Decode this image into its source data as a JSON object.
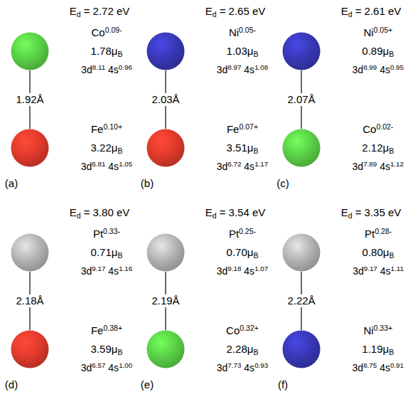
{
  "diagram": {
    "nodes": [
      {
        "text": [
          "Co0.09-",
          "1.78μB",
          "3d8.11 4s0.96"
        ]
      },
      {
        "text": [
          "Fe0.10+",
          "3.22μB",
          "3d6.81 4s1.05"
        ]
      },
      {
        "text": [
          "Ni0.05-",
          "1.03μB",
          "3d8.97 4s1.08"
        ]
      },
      {
        "text": [
          "Fe0.07+",
          "3.51μB",
          "3d6.72 4s1.17"
        ]
      },
      {
        "text": [
          "Ni0.05+",
          "0.89μB",
          "3d8.99 4s0.95"
        ]
      },
      {
        "text": [
          "Co0.02-",
          "2.12μB",
          "3d7.89 4s1.12"
        ]
      },
      {
        "text": [
          "Pt0.33-",
          "0.71μB",
          "3d9.17 4s1.16"
        ]
      },
      {
        "text": [
          "Fe0.38+",
          "3.59μB",
          "3d6.57 4s1.00"
        ]
      },
      {
        "text": [
          "Pt0.25-",
          "0.70μB",
          "3d9.18 4s1.07"
        ]
      },
      {
        "text": [
          "Co0.32+",
          "2.28μB",
          "3d7.73 4s0.93"
        ]
      },
      {
        "text": [
          "Pt0.28-",
          "0.80μB",
          "3d9.17 4s1.11"
        ]
      },
      {
        "text": [
          "Ni0.33+",
          "1.19μB",
          "3d8.75 4s0.91"
        ]
      }
    ],
    "edges": [
      {
        "from": 0,
        "to": 1,
        "arrow": "none",
        "label": "1.92Å"
      },
      {
        "from": 2,
        "to": 3,
        "arrow": "none",
        "label": "2.03Å"
      },
      {
        "from": 4,
        "to": 5,
        "arrow": "none",
        "label": "2.07Å"
      },
      {
        "from": 6,
        "to": 7,
        "arrow": "none",
        "label": "2.18Å"
      },
      {
        "from": 8,
        "to": 9,
        "arrow": "none",
        "label": "2.19Å"
      },
      {
        "from": 10,
        "to": 11,
        "arrow": "none",
        "label": "2.22Å"
      }
    ],
    "labels": [
      "Ed = 2.72 eV",
      "Ed = 2.65 eV",
      "Ed = 2.61 eV",
      "(a)",
      "(b)",
      "(c)",
      "Ed = 3.80 eV",
      "Ed = 3.54 eV",
      "Ed = 3.35 eV",
      "(d)",
      "(e)",
      "(f)"
    ]
  }
}
